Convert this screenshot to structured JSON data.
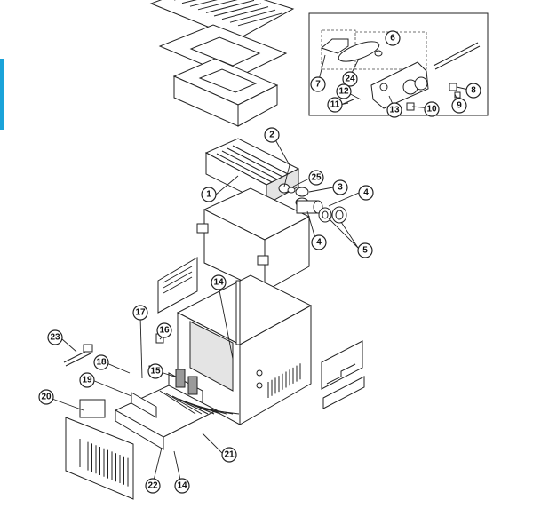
{
  "colors": {
    "accent": "#1aa3d9",
    "line": "#222222",
    "background": "#ffffff"
  },
  "callouts": [
    {
      "label": "1"
    },
    {
      "label": "2"
    },
    {
      "label": "25"
    },
    {
      "label": "3"
    },
    {
      "label": "4"
    },
    {
      "label": "4"
    },
    {
      "label": "5"
    },
    {
      "label": "14"
    },
    {
      "label": "17"
    },
    {
      "label": "16"
    },
    {
      "label": "15"
    },
    {
      "label": "18"
    },
    {
      "label": "23"
    },
    {
      "label": "19"
    },
    {
      "label": "20"
    },
    {
      "label": "21"
    },
    {
      "label": "22"
    },
    {
      "label": "14"
    },
    {
      "label": "6"
    },
    {
      "label": "24"
    },
    {
      "label": "7"
    },
    {
      "label": "12"
    },
    {
      "label": "11"
    },
    {
      "label": "13"
    },
    {
      "label": "10"
    },
    {
      "label": "9"
    },
    {
      "label": "8"
    }
  ]
}
